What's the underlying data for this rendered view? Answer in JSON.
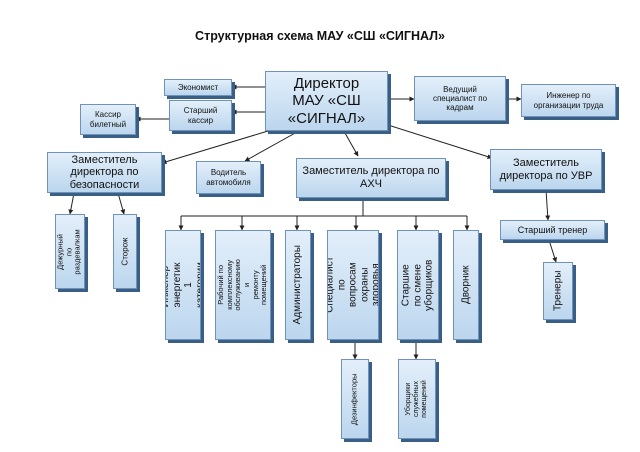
{
  "title": "Структурная схема МАУ «СШ «СИГНАЛ»",
  "nodes": {
    "director": "Директор\nМАУ «СШ «СИГНАЛ»",
    "economist": "Экономист",
    "senior_cashier": "Старший\nкассир",
    "ticket_cashier": "Кассир\nбилетный",
    "lead_hr": "Ведущий\nспециалист по\nкадрам",
    "labor_engineer": "Инженер по\nорганизации труда",
    "deputy_security": "Заместитель\nдиректора по\nбезопасности",
    "driver": "Водитель\nавтомобиля",
    "deputy_ahch": "Заместитель директора по\nАХЧ",
    "deputy_uvr": "Заместитель\nдиректора по УВР",
    "duty_officer": "Дежурный по\nраздевалкам",
    "watchman": "Сторож",
    "power_engineer": "Инженер-энергетик\n1 категории",
    "maintenance_worker": "Рабочий по\nкомплексному\nобслуживанию и\nремонту помещений",
    "administrators": "Администраторы",
    "health_specialist": "Специалист по\nвопросам охраны\nздоровья",
    "senior_cleaners": "Старшие по смене\nуборщиков",
    "janitor": "Дворник",
    "senior_coach": "Старший тренер",
    "coaches": "Тренеры",
    "disinfectors": "Дезинфекторы",
    "cleaners": "Уборщики\nслужебных\nпомещений"
  }
}
